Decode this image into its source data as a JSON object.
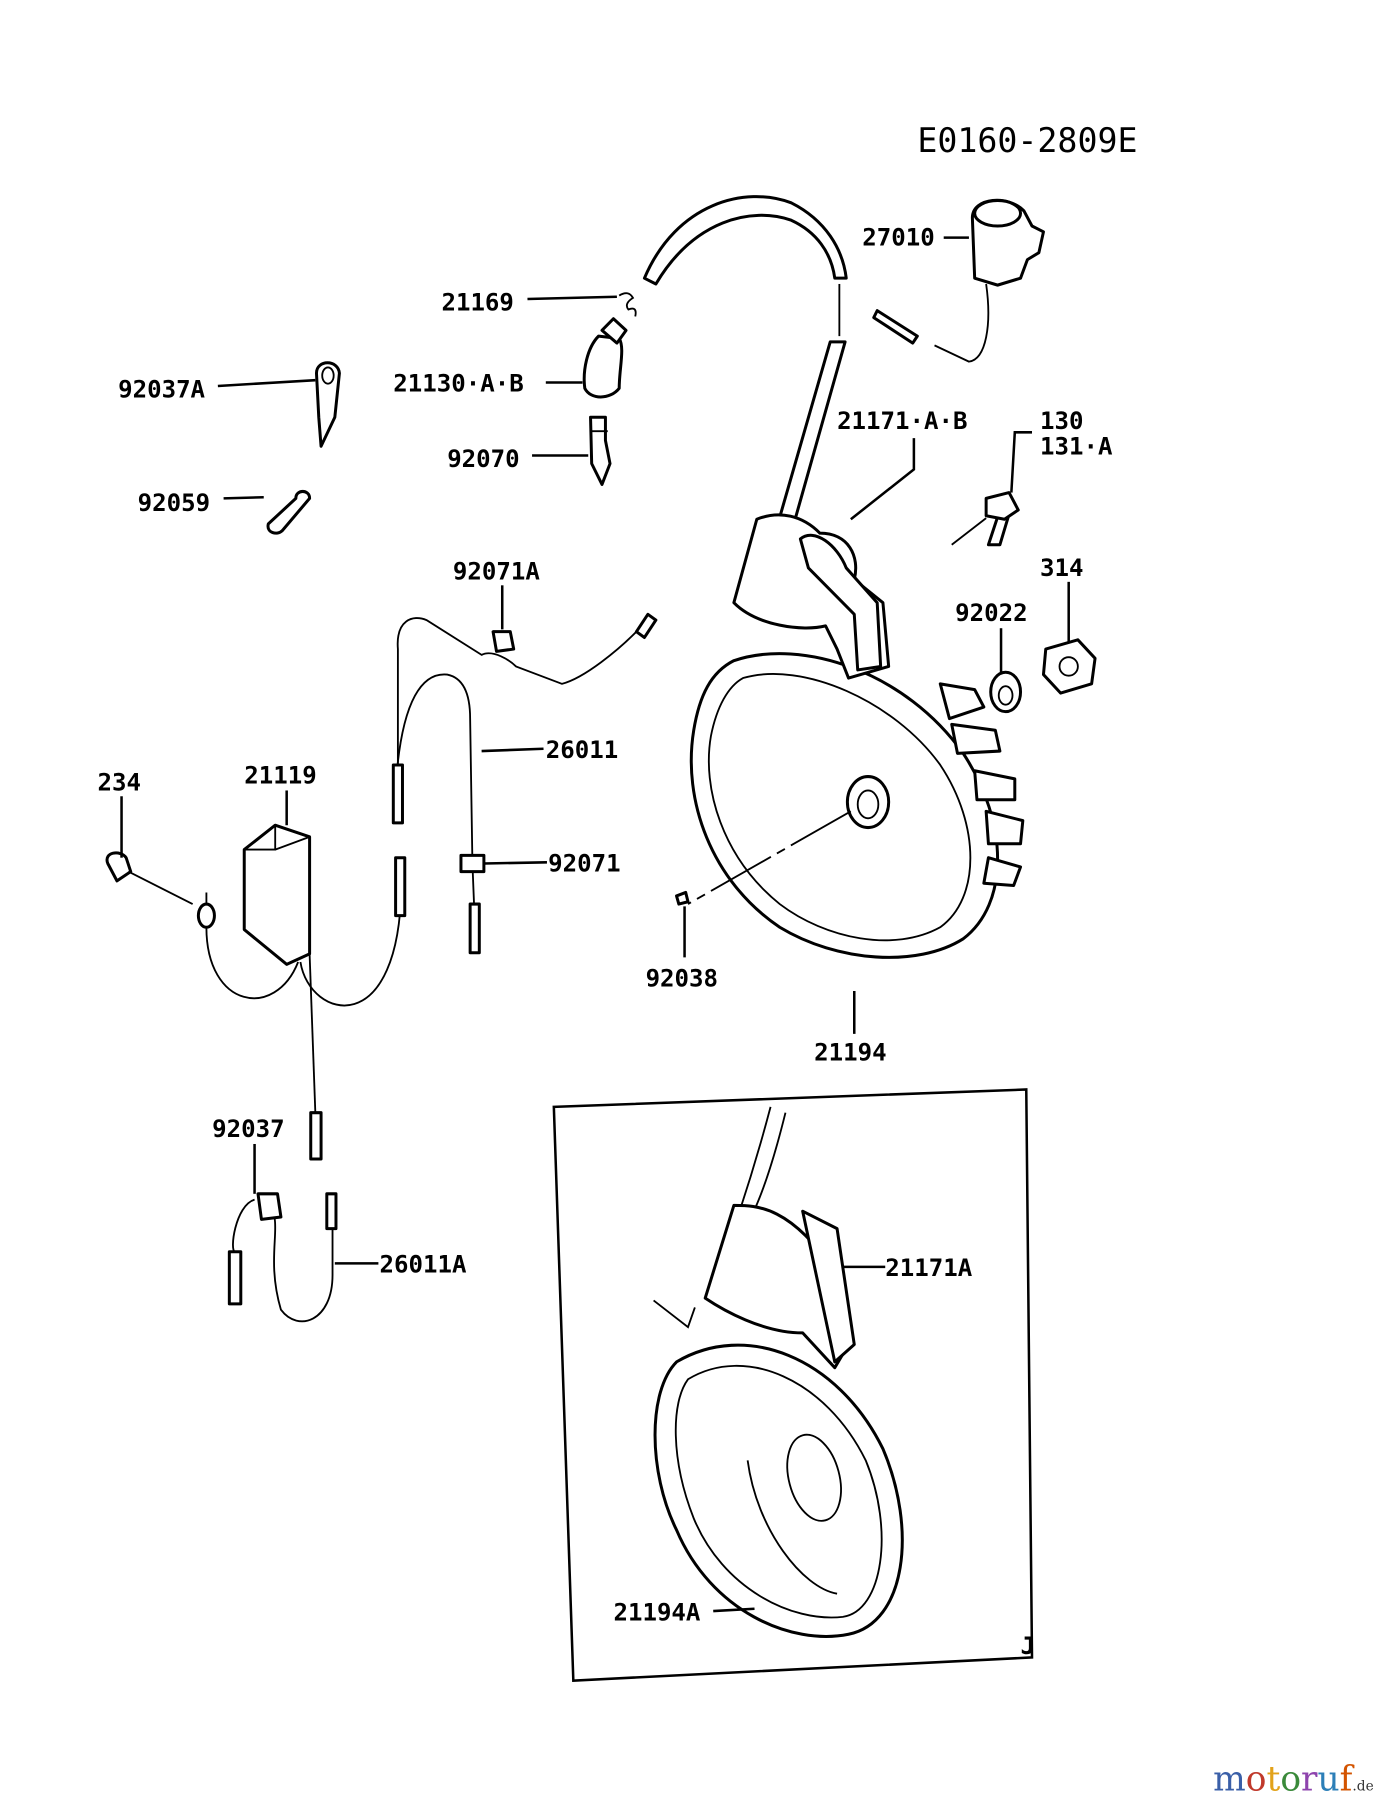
{
  "diagram": {
    "drawing_code": "E0160-2809E",
    "inset_marker": "J",
    "parts": {
      "p27010": "27010",
      "p21169": "21169",
      "p92037A": "92037A",
      "p21130": "21130·A·B",
      "p92070": "92070",
      "p92059": "92059",
      "p21171": "21171·A·B",
      "p130": "130",
      "p131": "131·A",
      "p314": "314",
      "p92022": "92022",
      "p92071A": "92071A",
      "p26011": "26011",
      "p21119": "21119",
      "p234": "234",
      "p92071": "92071",
      "p92038": "92038",
      "p21194": "21194",
      "p92037": "92037",
      "p26011A": "26011A",
      "p21171A": "21171A",
      "p21194A": "21194A"
    }
  },
  "watermark": {
    "text": "motoruf",
    "suffix": ".de",
    "colors": [
      "#3a5fa8",
      "#c0392b",
      "#e2a21a",
      "#3a8a3a",
      "#8e44ad",
      "#2c7fb8",
      "#d35400"
    ]
  }
}
